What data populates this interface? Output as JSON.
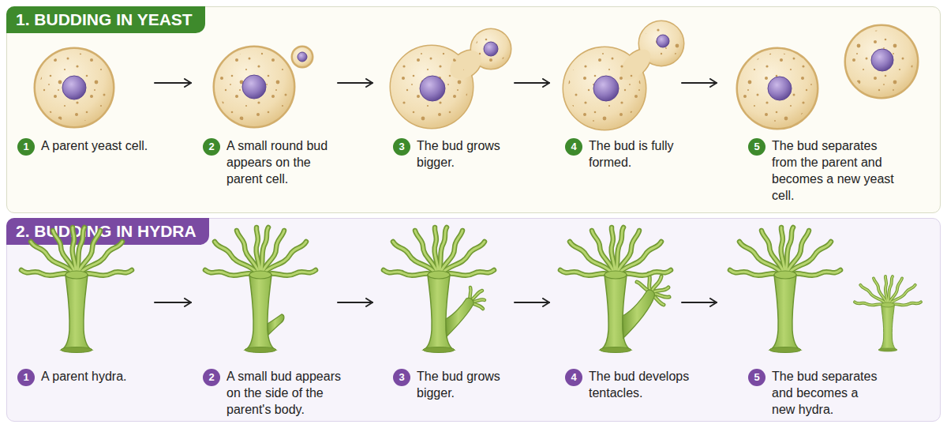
{
  "diagram": {
    "nodes": [
      {
        "text": [
          "1. BUDDING IN YEAST"
        ]
      },
      {
        "text": [
          "1",
          "A parent yeast cell."
        ],
        "in": 0
      },
      {
        "text": [
          "2",
          "A small round bud appears on the parent cell."
        ],
        "in": 0
      },
      {
        "text": [
          "3",
          "The bud grows bigger."
        ],
        "in": 0
      },
      {
        "text": [
          "4",
          "The bud is fully formed."
        ],
        "in": 0
      },
      {
        "text": [
          "5",
          "The bud separates from the parent and becomes a new yeast cell."
        ],
        "in": 0
      },
      {
        "text": [
          "2. BUDDING IN HYDRA"
        ]
      },
      {
        "text": [
          "1",
          "A parent hydra."
        ],
        "in": 6
      },
      {
        "text": [
          "2",
          "A small bud appears on the side of the parent's body."
        ],
        "in": 6
      },
      {
        "text": [
          "3",
          "The bud grows bigger."
        ],
        "in": 6
      },
      {
        "text": [
          "4",
          "The bud develops tentacles."
        ],
        "in": 6
      },
      {
        "text": [
          "5",
          "The bud separates and becomes a new hydra."
        ],
        "in": 6
      }
    ],
    "edges": [
      {
        "from": 1,
        "to": 2,
        "arrow": "to"
      },
      {
        "from": 2,
        "to": 3,
        "arrow": "to"
      },
      {
        "from": 3,
        "to": 4,
        "arrow": "to"
      },
      {
        "from": 4,
        "to": 5,
        "arrow": "to"
      },
      {
        "from": 7,
        "to": 8,
        "arrow": "to"
      },
      {
        "from": 8,
        "to": 9,
        "arrow": "to"
      },
      {
        "from": 9,
        "to": 10,
        "arrow": "to"
      },
      {
        "from": 10,
        "to": 11,
        "arrow": "to"
      }
    ]
  }
}
